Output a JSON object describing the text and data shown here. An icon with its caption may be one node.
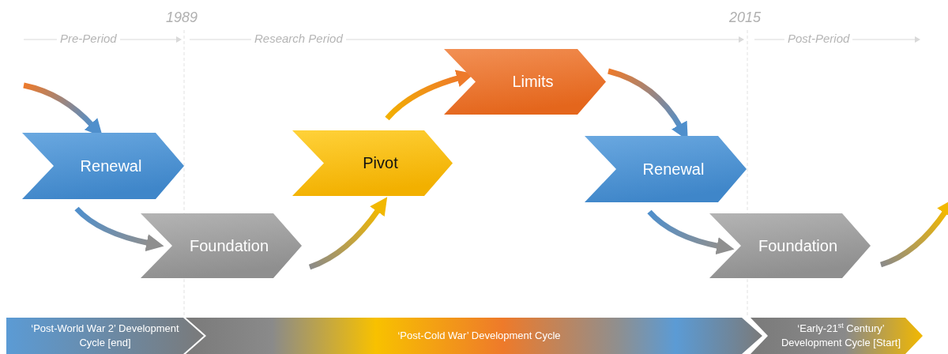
{
  "diagram": {
    "nodes": [
      {
        "text": [
          "Renewal"
        ]
      },
      {
        "text": [
          "Foundation"
        ]
      },
      {
        "text": [
          "Pivot"
        ]
      },
      {
        "text": [
          "Limits"
        ]
      },
      {
        "text": [
          "Renewal"
        ]
      },
      {
        "text": [
          "Foundation"
        ]
      },
      {
        "text": [
          "‘Post-World War 2’ Development Cycle [end]"
        ]
      },
      {
        "text": [
          "‘Post-Cold War’ Development Cycle"
        ]
      },
      {
        "text": [
          "‘Early-21$^{st}$ Century’ Development Cycle [Start]"
        ]
      }
    ],
    "edges": [
      {
        "from": null,
        "to": 0,
        "arrow": "to"
      },
      {
        "from": 0,
        "to": 1,
        "arrow": "to"
      },
      {
        "from": 1,
        "to": 2,
        "arrow": "to"
      },
      {
        "from": 2,
        "to": 3,
        "arrow": "to"
      },
      {
        "from": 3,
        "to": 4,
        "arrow": "to"
      },
      {
        "from": 4,
        "to": 5,
        "arrow": "to"
      },
      {
        "from": 5,
        "to": null,
        "arrow": "to"
      }
    ],
    "labels": [
      "1989",
      "2015",
      "Pre-Period",
      "Research Period",
      "Post-Period"
    ]
  }
}
